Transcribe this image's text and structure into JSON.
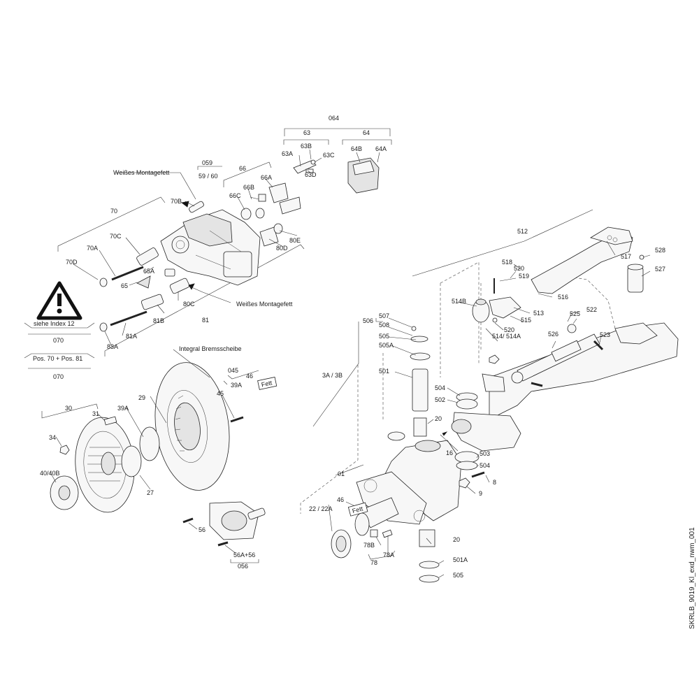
{
  "drawing_id": "SKRLB_9019_Kl_exd_nwm_001",
  "notes": {
    "grease_top": "Weißes Montagefett",
    "grease_bottom": "Weißes Montagefett",
    "integral_disc": "Integral Bremsscheibe",
    "see_index": "siehe Index 12",
    "pos_note": "Pos. 70 + Pos. 81"
  },
  "tags": {
    "fett1": "Fett",
    "fett2": "Fett"
  },
  "labels": {
    "064": "064",
    "63": "63",
    "64": "64",
    "63A": "63A",
    "63B": "63B",
    "63C": "63C",
    "63D": "63D",
    "64B": "64B",
    "64A": "64A",
    "059": "059",
    "59_60": "59 / 60",
    "66": "66",
    "66A": "66A",
    "66B": "66B",
    "66C": "66C",
    "70B": "70B",
    "70": "70",
    "70C": "70C",
    "70A": "70A",
    "70D": "70D",
    "65A": "65A",
    "65": "65",
    "80E": "80E",
    "80D": "80D",
    "80C": "80C",
    "81B": "81B",
    "81": "81",
    "81A": "81A",
    "83A": "83A",
    "070a": "070",
    "070b": "070",
    "045": "045",
    "46a": "46",
    "39A_top": "39A",
    "45": "45",
    "29": "29",
    "30": "30",
    "31": "31",
    "39A_mid": "39A",
    "34": "34",
    "27": "27",
    "40_40B": "40/40B",
    "56": "56",
    "56A_56": "56A+56",
    "056": "056",
    "512": "512",
    "517": "517",
    "528": "528",
    "527": "527",
    "518": "518",
    "520a": "520",
    "519": "519",
    "514B": "514B",
    "516": "516",
    "513": "513",
    "515": "515",
    "520b": "520",
    "514_514A": "514/ 514A",
    "522": "522",
    "525": "525",
    "526": "526",
    "523": "523",
    "506": "506",
    "507": "507",
    "508": "508",
    "505a": "505",
    "505A": "505A",
    "3A_3B": "3A / 3B",
    "501": "501",
    "504a": "504",
    "502": "502",
    "20a": "20",
    "503": "503",
    "504b": "504",
    "16": "16",
    "8": "8",
    "9": "9",
    "01": "01",
    "46b": "46",
    "22_22A": "22 / 22A",
    "78B": "78B",
    "78A": "78A",
    "78": "78",
    "20b": "20",
    "501A": "501A",
    "505b": "505"
  }
}
